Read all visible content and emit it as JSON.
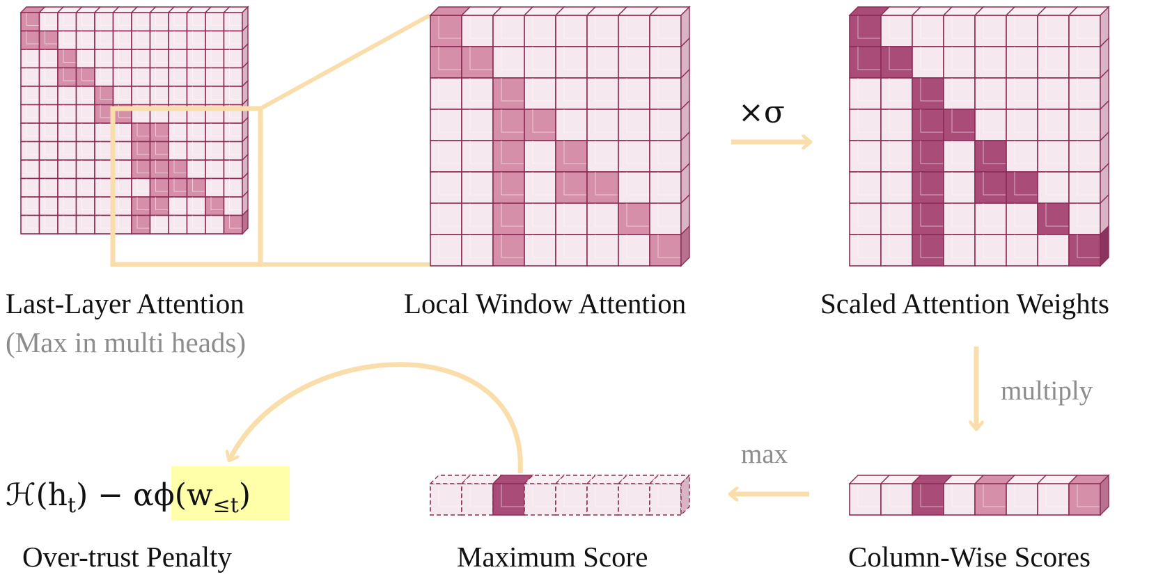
{
  "labels": {
    "last_layer": "Last-Layer Attention",
    "last_layer_sub": "(Max in multi heads)",
    "local_window": "Local Window Attention",
    "scaled": "Scaled Attention Weights",
    "column_wise": "Column-Wise Scores",
    "maximum": "Maximum Score",
    "penalty": "Over-trust Penalty"
  },
  "operations": {
    "scale": "×σ",
    "multiply": "multiply",
    "max": "max"
  },
  "formula": {
    "main": "ℋ(h",
    "main_sub": "t",
    "main_close": ") − α",
    "highlight": "ϕ(w",
    "highlight_sub": "≤t",
    "highlight_close": ")"
  },
  "colors": {
    "highlight": "#ffffaa",
    "arrow": "#f9ddaa",
    "cell_light": "#f5e8ee",
    "cell_mid": "#d68fa9",
    "cell_dark": "#a94d78",
    "cell_border": "#8c2b55"
  }
}
